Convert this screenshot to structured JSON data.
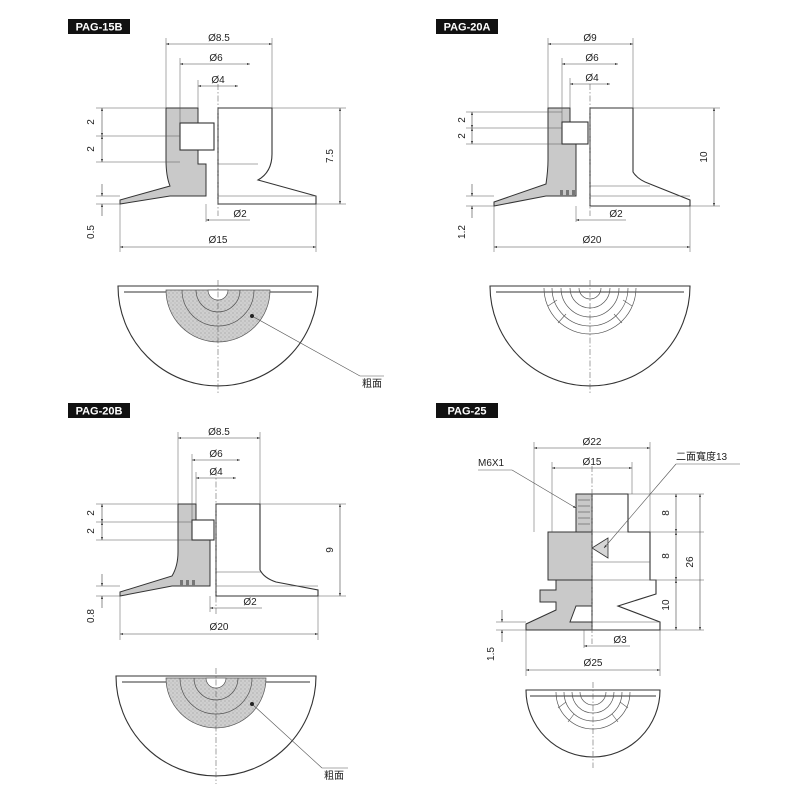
{
  "panels": {
    "pag15b": {
      "tag": "PAG-15B",
      "dims": {
        "d1": "Ø8.5",
        "d2": "Ø6",
        "d3": "Ø4",
        "h1": "2",
        "h2": "2",
        "height": "7.5",
        "lip": "0.5",
        "hole": "Ø2",
        "outer": "Ø15"
      },
      "callout": "粗面"
    },
    "pag20a": {
      "tag": "PAG-20A",
      "dims": {
        "d1": "Ø9",
        "d2": "Ø6",
        "d3": "Ø4",
        "h1": "2",
        "h2": "2",
        "height": "10",
        "lip": "1.2",
        "hole": "Ø2",
        "outer": "Ø20"
      }
    },
    "pag20b": {
      "tag": "PAG-20B",
      "dims": {
        "d1": "Ø8.5",
        "d2": "Ø6",
        "d3": "Ø4",
        "h1": "2",
        "h2": "2",
        "height": "9",
        "lip": "0.8",
        "hole": "Ø2",
        "outer": "Ø20"
      },
      "callout": "粗面"
    },
    "pag25": {
      "tag": "PAG-25",
      "dims": {
        "thread": "M6X1",
        "d1": "Ø22",
        "d2": "Ø15",
        "hex": "二面寬度13",
        "h1": "8",
        "h2": "8",
        "h3": "10",
        "height": "26",
        "lip": "1.5",
        "hole": "Ø3",
        "outer": "Ø25"
      }
    }
  }
}
